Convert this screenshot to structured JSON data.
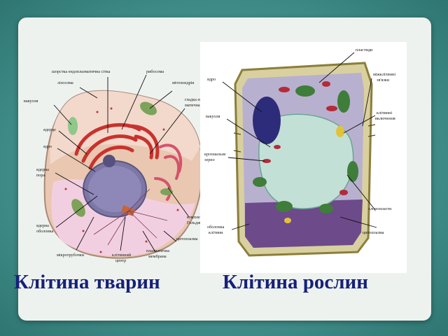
{
  "animal": {
    "caption": "Клітина тварин",
    "labels": {
      "er_rough": "шорстка ендоплазматична сітка",
      "lysosome": "лізосома",
      "vacuole": "вакуоля",
      "nucleolus": "ядерце",
      "nucleus": "ядро",
      "nuclear_pore_1": "ядерна",
      "nuclear_pore_2": "пора",
      "nuclear_envelope_1": "ядерна",
      "nuclear_envelope_2": "оболонка",
      "microtubules": "мікротрубочки",
      "cell_center_1": "клітинний",
      "cell_center_2": "центр",
      "membrane_1": "плазматична",
      "membrane_2": "мембрана",
      "cytoplasm": "цитоплазма",
      "golgi_1": "комплекс",
      "golgi_2": "Гольджі",
      "er_smooth_1": "гладка ендоплаз",
      "er_smooth_2": "матична сітка",
      "mitochondria": "мітохондрія",
      "ribosome": "рибосома"
    }
  },
  "plant": {
    "caption": "Клітина рослин",
    "labels": {
      "plastids": "пластиди",
      "nucleus": "ядро",
      "intercell_1": "міжклітинні",
      "intercell_2": "зв'язки",
      "vacuole": "вакуоля",
      "inclusions_1": "клітинні",
      "inclusions_2": "включення",
      "starch_1": "крохмальне",
      "starch_2": "зерно",
      "chloroplasts": "хлоропласти",
      "wall_1": "оболонка",
      "wall_2": "клітини",
      "cytoplasm": "цитоплазма"
    }
  }
}
